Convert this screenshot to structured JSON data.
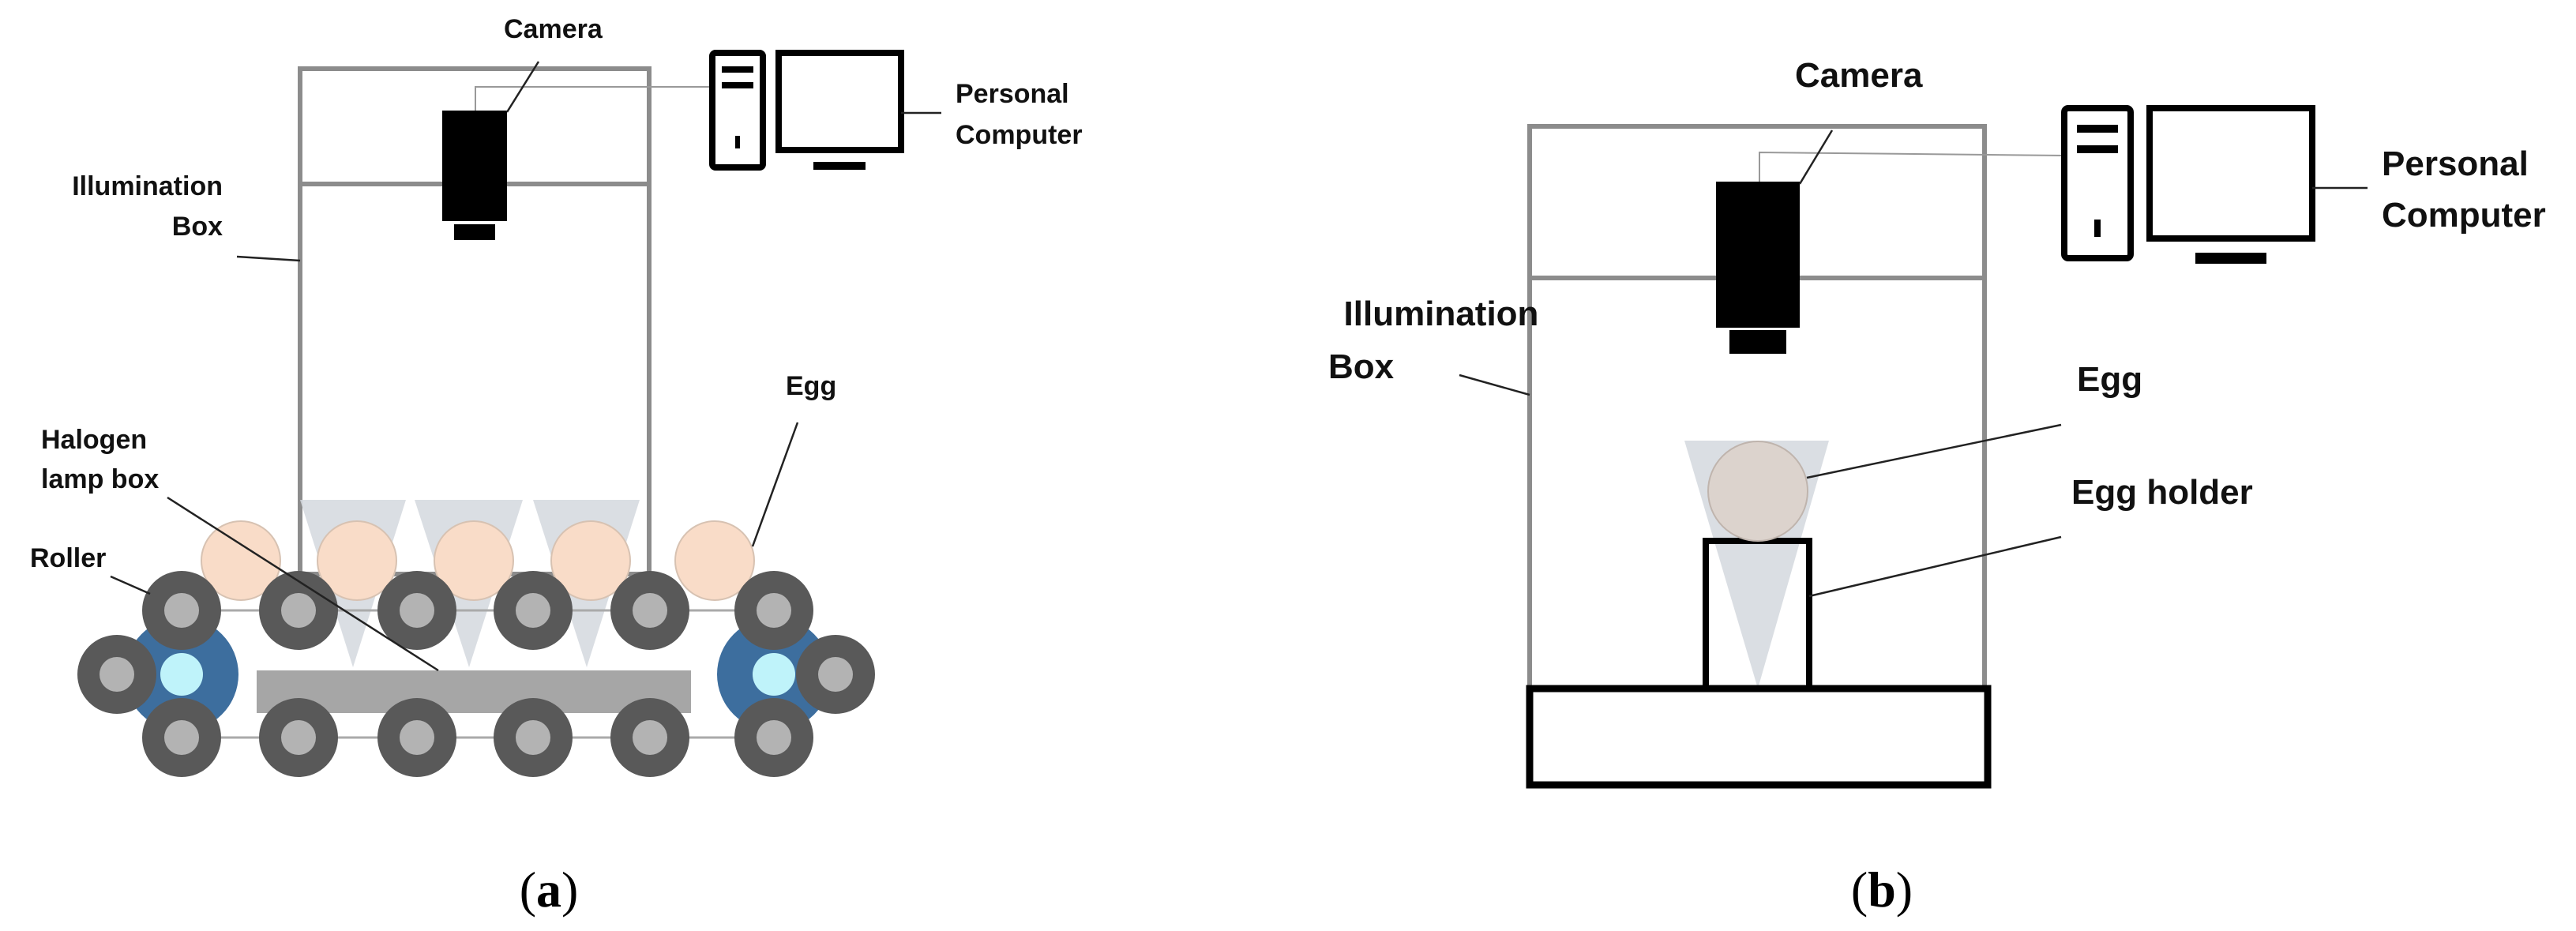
{
  "panel_a": {
    "labels": {
      "camera": "Camera",
      "pc_line1": "Personal",
      "pc_line2": "Computer",
      "illum_line1": "Illumination",
      "illum_line2": "Box",
      "egg": "Egg",
      "halogen_line1": "Halogen",
      "halogen_line2": "lamp box",
      "roller": "Roller"
    },
    "caption_open": "(",
    "caption_letter": "a",
    "caption_close": ")"
  },
  "panel_b": {
    "labels": {
      "camera": "Camera",
      "pc_line1": "Personal",
      "pc_line2": "Computer",
      "illum_line1": "Illumination",
      "illum_line2": "Box",
      "egg": "Egg",
      "egg_holder": "Egg holder"
    },
    "caption_open": "(",
    "caption_letter": "b",
    "caption_close": ")"
  },
  "colors": {
    "egg_fill": "#f9dcc8",
    "egg_b_fill": "#dcd3cd",
    "roller_outer": "#595959",
    "roller_inner": "#b3b3b3",
    "drive_wheel": "#3d6e9e",
    "drive_hub": "#bff3fa",
    "lamp_box": "#a6a6a6",
    "box_wall": "#8c8c8c",
    "light_beam": "#d3d8de"
  },
  "icons": [
    "camera-icon",
    "desktop-computer-icon",
    "monitor-icon",
    "roller-icon",
    "egg-icon",
    "drive-wheel-icon"
  ]
}
